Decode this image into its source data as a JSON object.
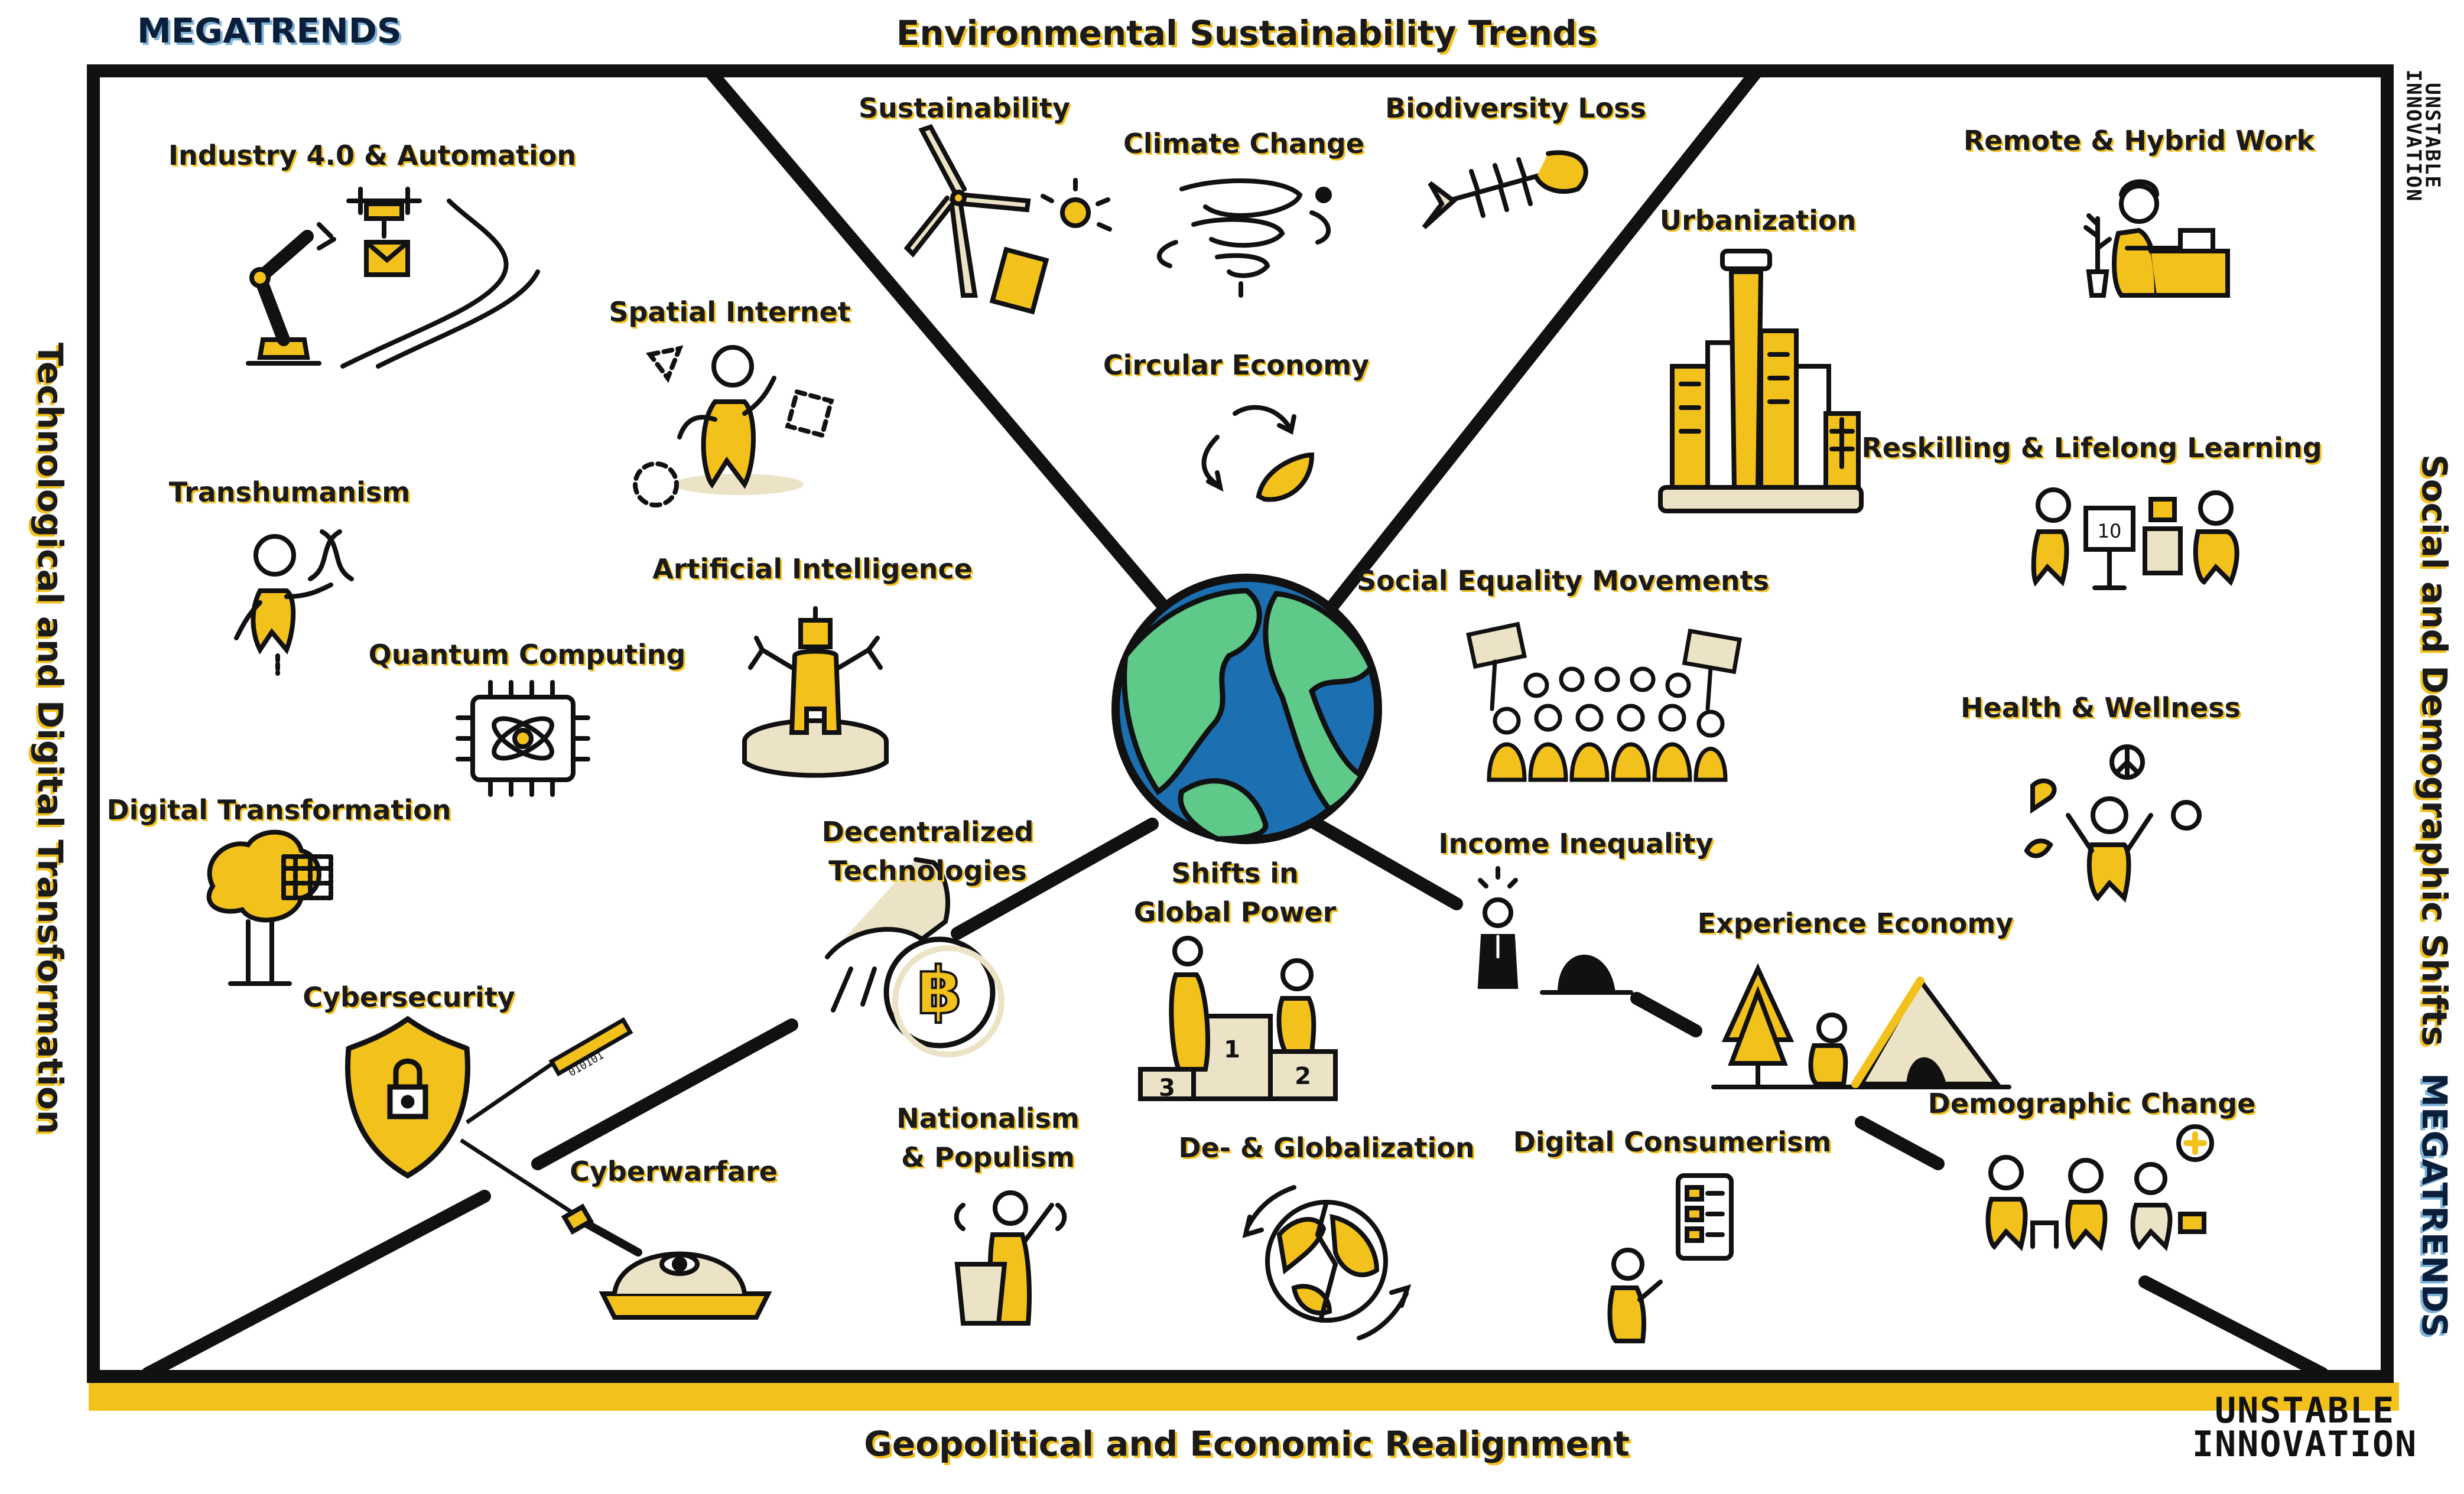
{
  "header": {
    "megatrends_top": "MEGATRENDS",
    "megatrends_side": "MEGATRENDS",
    "category_top": "Environmental Sustainability Trends",
    "category_left": "Technological and Digital Transformation",
    "category_right": "Social and Demographic Shifts",
    "category_bottom": "Geopolitical and Economic Realignment"
  },
  "brand": {
    "line1": "UNSTABLE",
    "line2": "INNOVATION"
  },
  "colors": {
    "accent_yellow": "#f3c11b",
    "accent_blue": "#7fb3d9",
    "earth_land": "#5fc98a",
    "earth_ocean": "#1c6fb0",
    "ink": "#111111",
    "beige": "#ece3c7"
  },
  "trends": {
    "industry": "Industry 4.0 & Automation",
    "spatial": "Spatial Internet",
    "transhumanism": "Transhumanism",
    "ai": "Artificial Intelligence",
    "quantum": "Quantum Computing",
    "digital_transformation": "Digital Transformation",
    "cybersecurity": "Cybersecurity",
    "cyberwarfare": "Cyberwarfare",
    "decentralized": "Decentralized Technologies",
    "sustainability": "Sustainability",
    "climate": "Climate Change",
    "biodiversity": "Biodiversity Loss",
    "circular": "Circular Economy",
    "remote": "Remote & Hybrid Work",
    "urbanization": "Urbanization",
    "reskilling": "Reskilling & Lifelong Learning",
    "social_equality": "Social Equality Movements",
    "health": "Health & Wellness",
    "income": "Income Inequality",
    "experience": "Experience Economy",
    "demographic": "Demographic Change",
    "shifts_power": "Shifts in Global Power",
    "nationalism": "Nationalism & Populism",
    "globalization": "De- & Globalization",
    "digital_consumerism": "Digital Consumerism"
  },
  "icons": {
    "podium_place_1": "1",
    "podium_place_2": "2",
    "podium_place_3": "3",
    "bitcoin_symbol": "฿",
    "board_number": "10",
    "binary_code": "010101"
  }
}
